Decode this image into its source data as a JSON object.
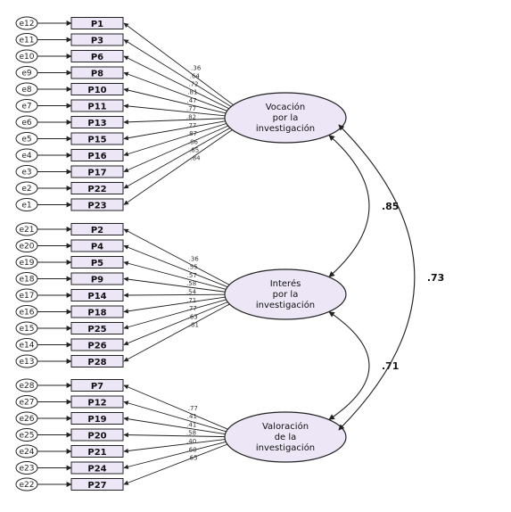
{
  "factors": [
    {
      "id": "vocacion",
      "label_lines": [
        "Vocación",
        "por la",
        "investigación"
      ],
      "items": [
        "P1",
        "P3",
        "P6",
        "P8",
        "P10",
        "P11",
        "P13",
        "P15",
        "P16",
        "P17",
        "P22",
        "P23"
      ],
      "errors": [
        "e12",
        "e11",
        "e10",
        "e9",
        "e8",
        "e7",
        "e6",
        "e5",
        "e4",
        "e3",
        "e2",
        "e1"
      ],
      "loadings": [
        ".36",
        ".64",
        ".72",
        ".81",
        ".47",
        ".77",
        ".82",
        ".77",
        ".87",
        ".86",
        ".85",
        ".84"
      ]
    },
    {
      "id": "interes",
      "label_lines": [
        "Interés",
        "por la",
        "investigación"
      ],
      "items": [
        "P2",
        "P4",
        "P5",
        "P9",
        "P14",
        "P18",
        "P25",
        "P26",
        "P28"
      ],
      "errors": [
        "e21",
        "e20",
        "e19",
        "e18",
        "e17",
        "e16",
        "e15",
        "e14",
        "e13"
      ],
      "loadings": [
        ".36",
        ".55",
        ".57",
        ".58",
        ".54",
        ".71",
        ".77",
        ".63",
        ".61"
      ]
    },
    {
      "id": "valoracion",
      "label_lines": [
        "Valoración",
        "de la",
        "investigación"
      ],
      "items": [
        "P7",
        "P12",
        "P19",
        "P20",
        "P21",
        "P24",
        "P27"
      ],
      "errors": [
        "e28",
        "e27",
        "e26",
        "e25",
        "e24",
        "e23",
        "e22"
      ],
      "loadings": [
        ".77",
        ".41",
        ".41",
        ".58",
        ".40",
        ".60",
        ".65"
      ]
    }
  ],
  "correlations": [
    {
      "from": "vocacion",
      "to": "interes",
      "value": ".85"
    },
    {
      "from": "interes",
      "to": "valoracion",
      "value": ".71"
    },
    {
      "from": "vocacion",
      "to": "valoracion",
      "value": ".73"
    }
  ],
  "colors": {
    "box_fill": "#ece6f6",
    "ellipse_fill": "#ece6f6",
    "stroke": "#222222"
  }
}
